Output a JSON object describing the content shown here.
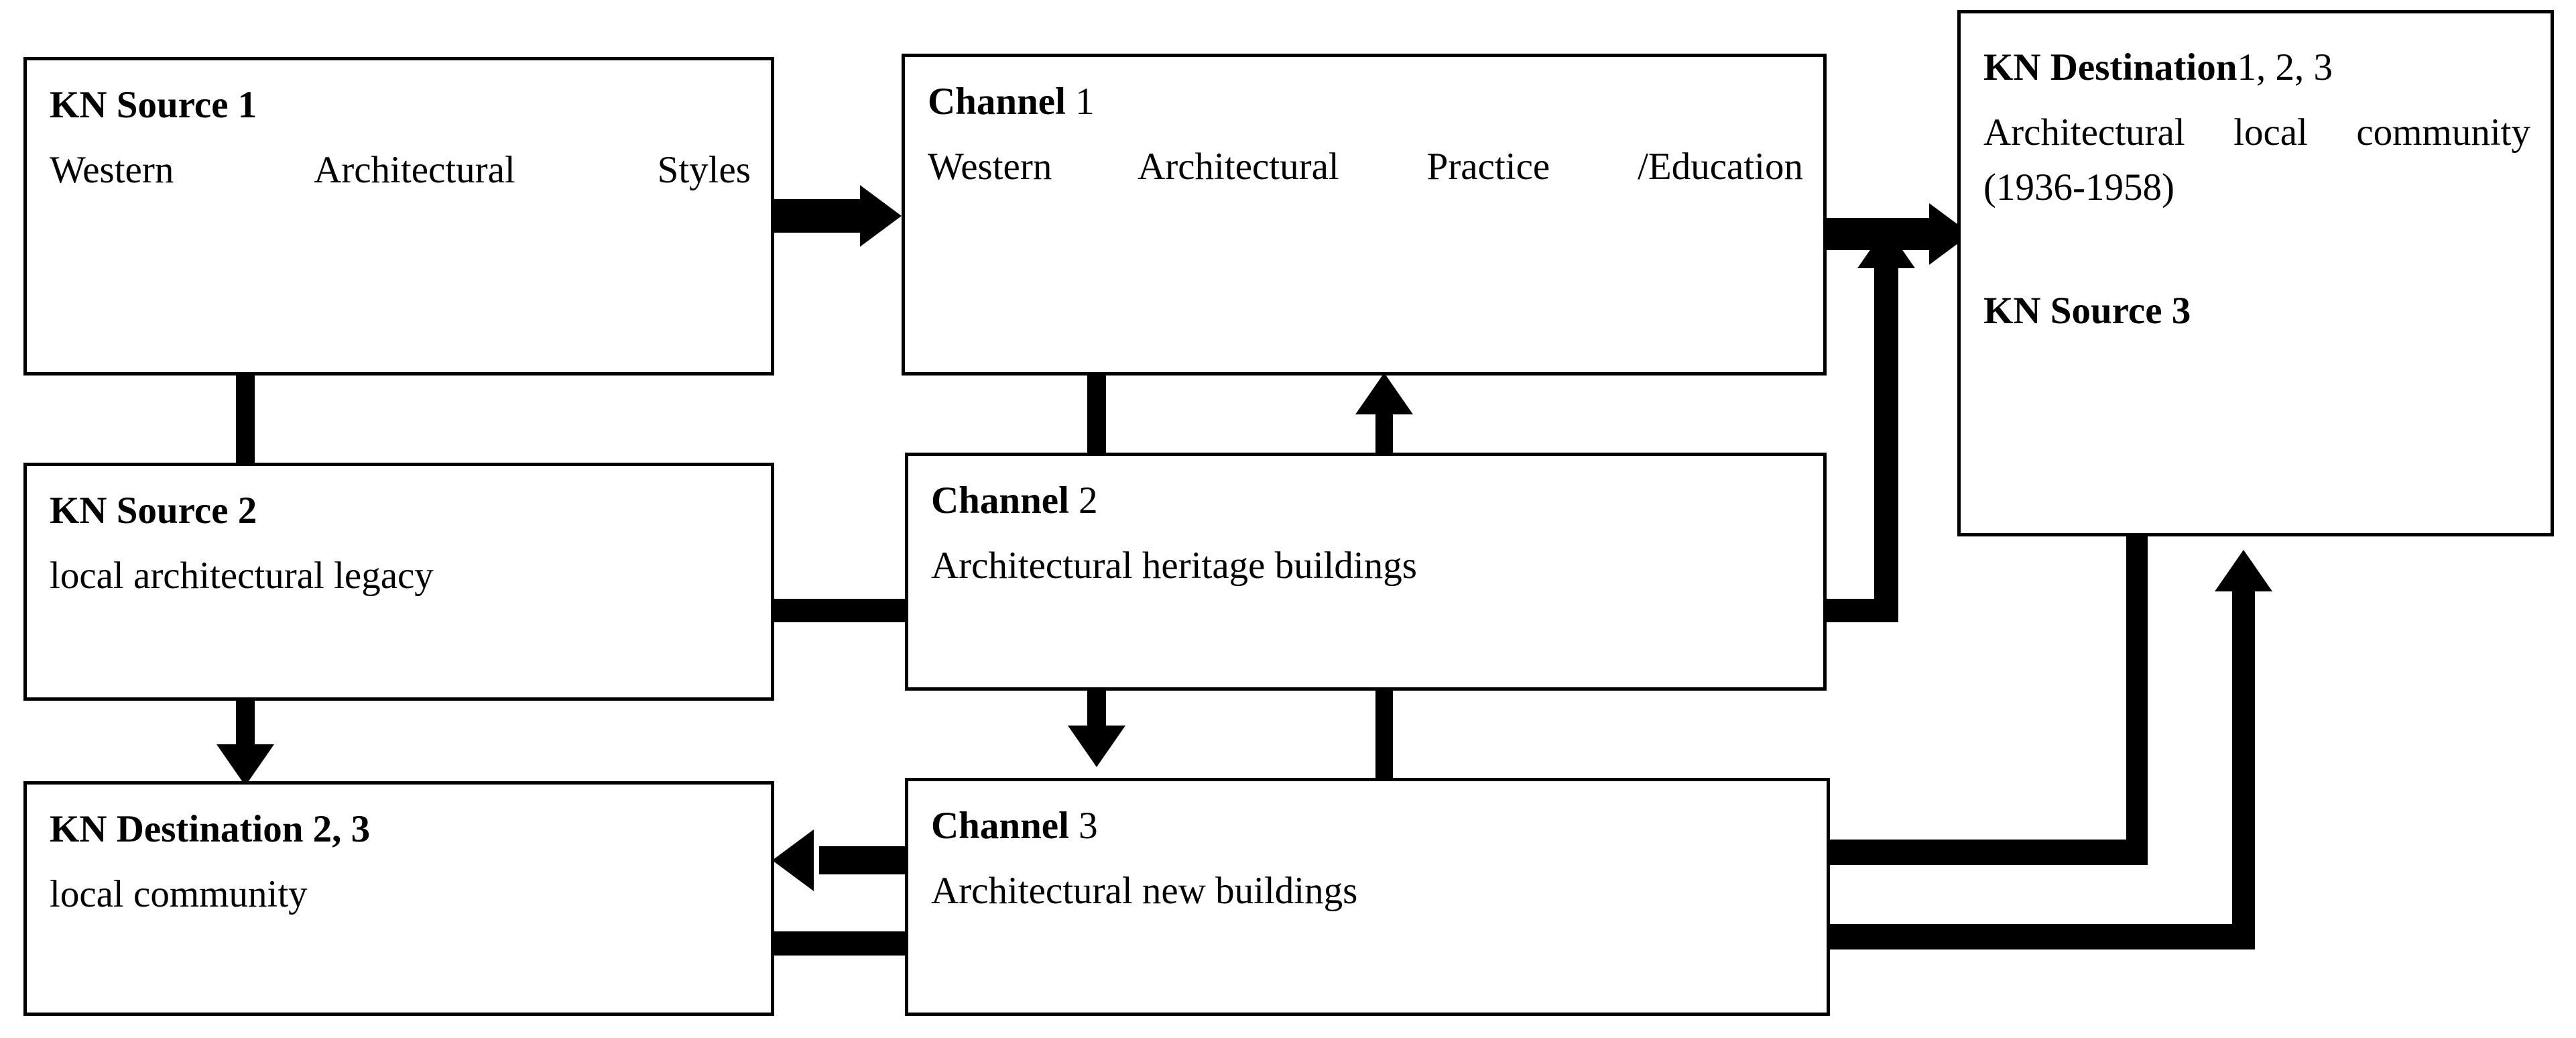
{
  "diagram": {
    "title": "Knowledge Network Source-Channel-Destination Diagram",
    "background_color": "#ffffff",
    "line_color": "#000000"
  },
  "nodes": {
    "kn_source_1": {
      "title": "KN Source 1",
      "body": "Western Architectural Styles"
    },
    "channel_1": {
      "title_bold": "Channel",
      "title_number": "1",
      "body": "Western Architectural Practice /Education"
    },
    "kn_destination_123": {
      "title_bold": "KN Destination",
      "title_number": "1, 2, 3",
      "body": "Architectural local community (1936-1958)",
      "subtitle": "KN Source 3"
    },
    "kn_source_2": {
      "title": "KN Source 2",
      "body": "local architectural legacy"
    },
    "channel_2": {
      "title_bold": "Channel",
      "title_number": "2",
      "body": "Architectural heritage buildings"
    },
    "kn_destination_23": {
      "title": "KN Destination 2, 3",
      "body": "local community"
    },
    "channel_3": {
      "title_bold": "Channel",
      "title_number": "3",
      "body": "Architectural new buildings"
    }
  },
  "connectors": [
    {
      "name": "source1-to-channel1",
      "from": "kn_source_1",
      "to": "channel_1",
      "arrow": "right"
    },
    {
      "name": "source1-to-source2",
      "from": "kn_source_1",
      "to": "kn_source_2",
      "arrow": "none"
    },
    {
      "name": "channel1-to-channel2",
      "from": "channel_1",
      "to": "channel_2",
      "arrow": "none"
    },
    {
      "name": "channel2-to-channel1",
      "from": "channel_2",
      "to": "channel_1",
      "arrow": "up"
    },
    {
      "name": "source2-to-channel2",
      "from": "kn_source_2",
      "to": "channel_2",
      "arrow": "none"
    },
    {
      "name": "source2-to-destination23",
      "from": "kn_source_2",
      "to": "kn_destination_23",
      "arrow": "down"
    },
    {
      "name": "channel2-to-destination123",
      "from": "channel_2",
      "to": "kn_destination_123",
      "arrow": "up-right"
    },
    {
      "name": "channel2-to-channel3",
      "from": "channel_2",
      "to": "channel_3",
      "arrow": "down"
    },
    {
      "name": "channel3-to-channel2",
      "from": "channel_3",
      "to": "channel_2",
      "arrow": "none"
    },
    {
      "name": "channel3-to-destination23",
      "from": "channel_3",
      "to": "kn_destination_23",
      "arrow": "left"
    },
    {
      "name": "destination123-to-channel3",
      "from": "kn_destination_123",
      "to": "channel_3",
      "arrow": "none"
    },
    {
      "name": "channel3-to-destination123",
      "from": "channel_3",
      "to": "kn_destination_123",
      "arrow": "up"
    }
  ]
}
